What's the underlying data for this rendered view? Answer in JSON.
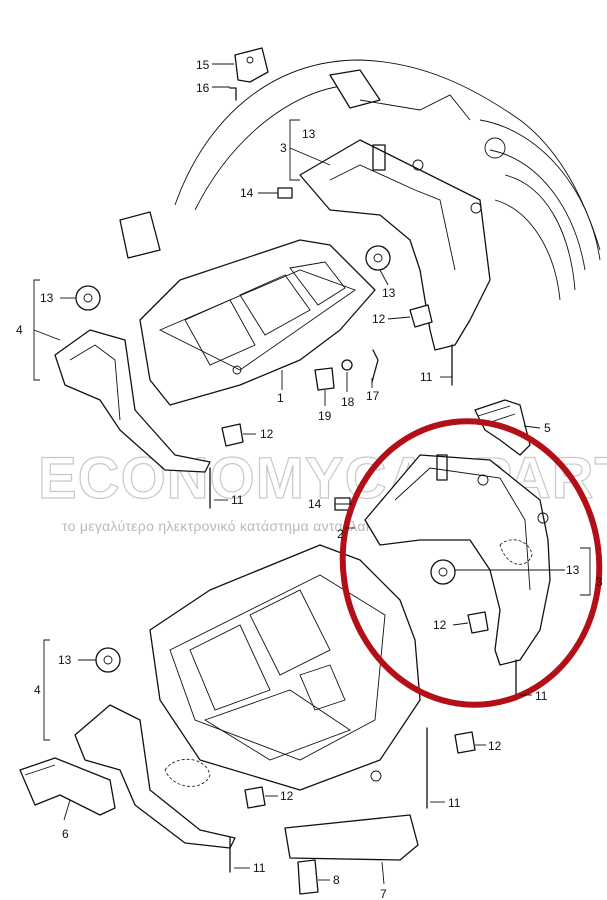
{
  "watermark": {
    "brand": "ECONOMYCARPARTS.GR",
    "tagline": "το μεγαλύτερο ηλεκτρονικό κατάστημα ανταλλακτικών"
  },
  "callouts": {
    "c15": "15",
    "c16": "16",
    "c13a": "13",
    "c3a": "3",
    "c14a": "14",
    "c13b": "13",
    "c12a": "12",
    "c13c": "13",
    "c4a": "4",
    "c1": "1",
    "c11a": "11",
    "c17": "17",
    "c18": "18",
    "c19": "19",
    "c12b": "12",
    "c11b": "11",
    "c5": "5",
    "c14b": "14",
    "c2": "2",
    "c13d": "13",
    "c3b": "3",
    "c12c": "12",
    "c11c": "11",
    "c13e": "13",
    "c4b": "4",
    "c12d": "12",
    "c6": "6",
    "c12e": "12",
    "c11d": "11",
    "c11e": "11",
    "c8": "8",
    "c7": "7"
  },
  "colors": {
    "line": "#111111",
    "highlight": "#b30f16",
    "watermark": "#c8c8c8"
  }
}
